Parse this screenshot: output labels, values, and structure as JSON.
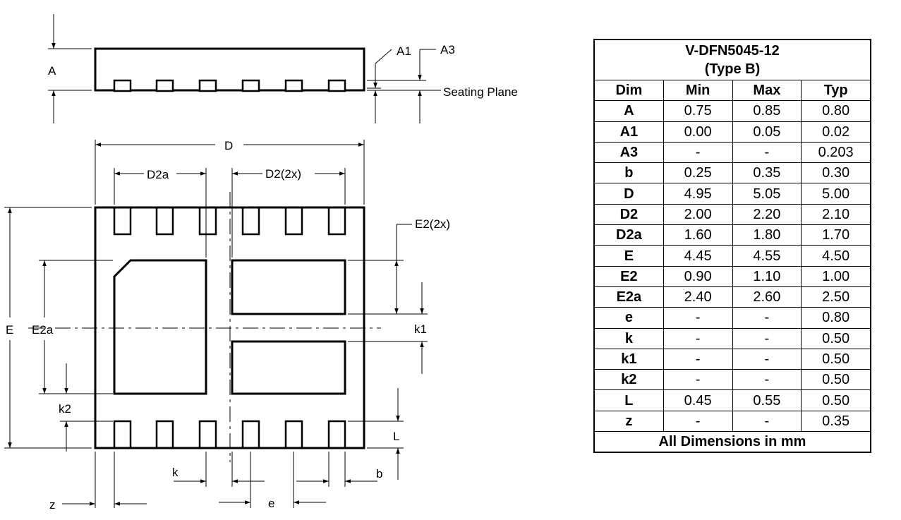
{
  "drawing": {
    "labels": {
      "A": "A",
      "A1": "A1",
      "A3": "A3",
      "seating_plane": "Seating Plane",
      "D": "D",
      "D2a": "D2a",
      "D2": "D2(2x)",
      "E2": "E2(2x)",
      "E": "E",
      "E2a": "E2a",
      "k1": "k1",
      "k2": "k2",
      "L": "L",
      "k": "k",
      "b": "b",
      "z": "z",
      "e": "e"
    }
  },
  "table": {
    "title_line1": "V-DFN5045-12",
    "title_line2": "(Type B)",
    "headers": [
      "Dim",
      "Min",
      "Max",
      "Typ"
    ],
    "rows": [
      [
        "A",
        "0.75",
        "0.85",
        "0.80"
      ],
      [
        "A1",
        "0.00",
        "0.05",
        "0.02"
      ],
      [
        "A3",
        "-",
        "-",
        "0.203"
      ],
      [
        "b",
        "0.25",
        "0.35",
        "0.30"
      ],
      [
        "D",
        "4.95",
        "5.05",
        "5.00"
      ],
      [
        "D2",
        "2.00",
        "2.20",
        "2.10"
      ],
      [
        "D2a",
        "1.60",
        "1.80",
        "1.70"
      ],
      [
        "E",
        "4.45",
        "4.55",
        "4.50"
      ],
      [
        "E2",
        "0.90",
        "1.10",
        "1.00"
      ],
      [
        "E2a",
        "2.40",
        "2.60",
        "2.50"
      ],
      [
        "e",
        "-",
        "-",
        "0.80"
      ],
      [
        "k",
        "-",
        "-",
        "0.50"
      ],
      [
        "k1",
        "-",
        "-",
        "0.50"
      ],
      [
        "k2",
        "-",
        "-",
        "0.50"
      ],
      [
        "L",
        "0.45",
        "0.55",
        "0.50"
      ],
      [
        "z",
        "-",
        "-",
        "0.35"
      ]
    ],
    "footer": "All Dimensions in mm"
  }
}
